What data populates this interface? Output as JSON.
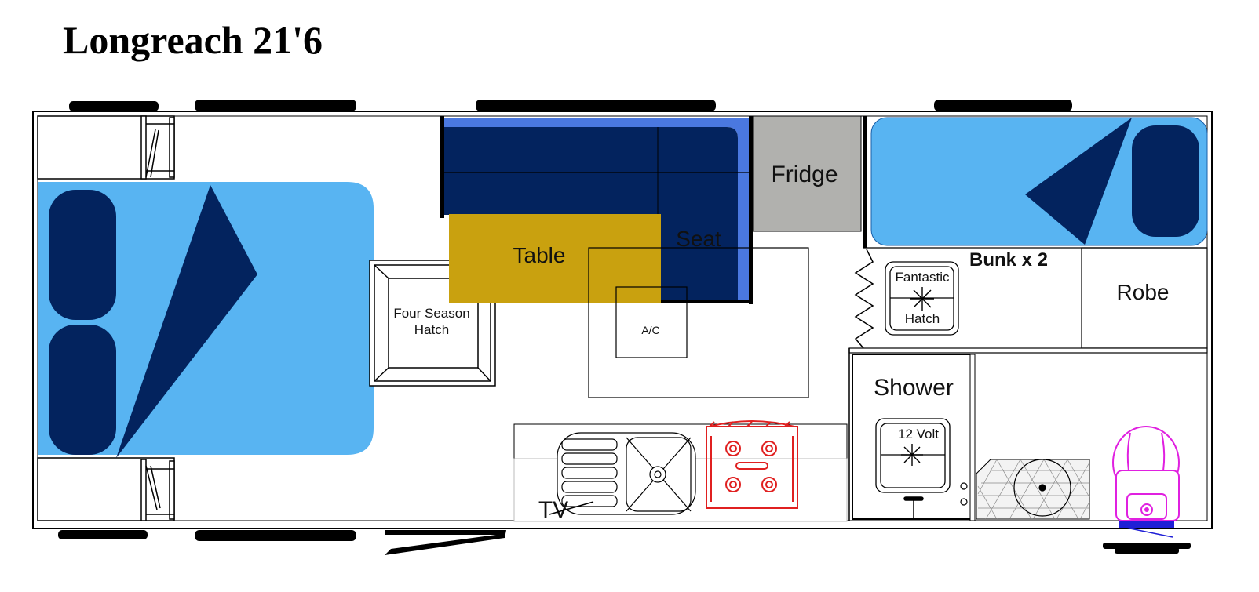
{
  "title": "Longreach 21'6",
  "labels": {
    "fridge": "Fridge",
    "table": "Table",
    "seat": "Seat",
    "bunk": "Bunk x 2",
    "robe": "Robe",
    "hatch_main_line1": "Four Season",
    "hatch_main_line2": "Hatch",
    "fantastic_line1": "Fantastic",
    "fantastic_line2": "Hatch",
    "ac": "A/C",
    "shower": "Shower",
    "twelve_volt": "12 Volt",
    "tv": "TV"
  },
  "colors": {
    "bed": "#58b4f2",
    "navy": "#03235e",
    "seat_top": "#4a78e0",
    "table": "#c9a10f",
    "fridge": "#b1b1ae",
    "stove": "#e02020",
    "toilet": "#e020e0",
    "outline": "#000000"
  },
  "icons": {
    "wheels": "wheel-icon",
    "fan": "fan-icon",
    "sink": "sink-icon",
    "stove": "stove-icon",
    "toilet": "toilet-icon",
    "shower_drain": "drain-icon"
  }
}
